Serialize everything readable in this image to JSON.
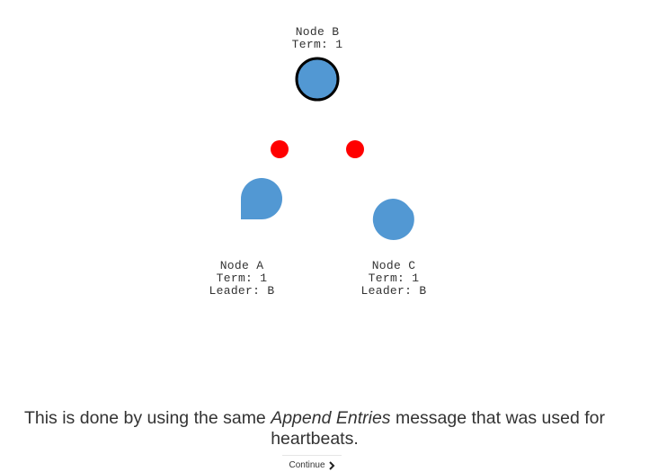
{
  "nodes": {
    "b": {
      "name": "Node B",
      "term": "Term: 1",
      "color": "#5298d3",
      "role": "leader"
    },
    "a": {
      "name": "Node A",
      "term": "Term: 1",
      "leader": "Leader: B",
      "color": "#5298d3",
      "role": "follower"
    },
    "c": {
      "name": "Node C",
      "term": "Term: 1",
      "leader": "Leader: B",
      "color": "#5298d3",
      "role": "follower"
    }
  },
  "messages": {
    "color": "#ff0000",
    "count": 2
  },
  "caption": {
    "before": "This is done by using the same ",
    "emphasis": "Append Entries",
    "after": " message that was used for heartbeats."
  },
  "continue_button": {
    "label": "Continue",
    "icon": "chevron-right-icon"
  }
}
